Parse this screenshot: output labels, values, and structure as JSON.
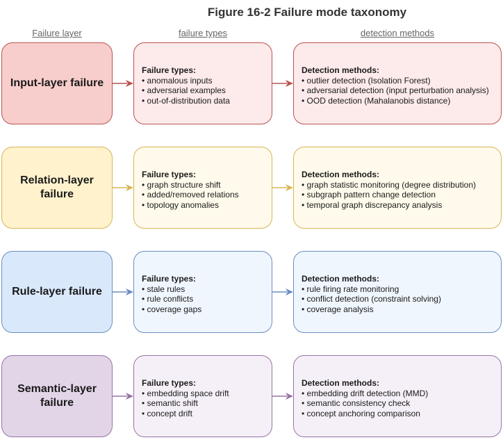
{
  "title": "Figure 16-2 Failure mode taxonomy",
  "columns": {
    "layer": "Failure layer",
    "types": "failure types",
    "detection": "detection methods"
  },
  "rows": [
    {
      "layer": "Input-layer failure",
      "types_heading": "Failure types:",
      "types": [
        "anomalous inputs",
        "adversarial examples",
        "out-of-distribution data"
      ],
      "detection_heading": "Detection methods:",
      "detection": [
        "outlier detection (Isolation Forest)",
        "adversarial detection (input perturbation analysis)",
        "OOD detection (Mahalanobis distance)"
      ],
      "colors": {
        "layer_fill": "#f8cecc",
        "layer_stroke": "#b85450",
        "light_fill": "#fdeaea",
        "light_stroke": "#b85450",
        "arrow": "#b85450"
      }
    },
    {
      "layer": "Relation-layer failure",
      "types_heading": "Failure types:",
      "types": [
        "graph structure shift",
        "added/removed relations",
        "topology anomalies"
      ],
      "detection_heading": "Detection methods:",
      "detection": [
        "graph statistic monitoring (degree distribution)",
        "subgraph pattern change detection",
        "temporal graph discrepancy analysis"
      ],
      "colors": {
        "layer_fill": "#fff2cc",
        "layer_stroke": "#d6b656",
        "light_fill": "#fffaeb",
        "light_stroke": "#d6b656",
        "arrow": "#d6b656"
      }
    },
    {
      "layer": "Rule-layer failure",
      "types_heading": "Failure types:",
      "types": [
        "stale rules",
        "rule conflicts",
        "coverage gaps"
      ],
      "detection_heading": "Detection methods:",
      "detection": [
        "rule firing rate monitoring",
        "conflict detection (constraint solving)",
        "coverage analysis"
      ],
      "colors": {
        "layer_fill": "#dae8fc",
        "layer_stroke": "#6c8ebf",
        "light_fill": "#f0f6fe",
        "light_stroke": "#6c8ebf",
        "arrow": "#6c8ebf"
      }
    },
    {
      "layer": "Semantic-layer failure",
      "types_heading": "Failure types:",
      "types": [
        "embedding space drift",
        "semantic shift",
        "concept drift"
      ],
      "detection_heading": "Detection methods:",
      "detection": [
        "embedding drift detection (MMD)",
        "semantic consistency check",
        "concept anchoring comparison"
      ],
      "colors": {
        "layer_fill": "#e1d5e7",
        "layer_stroke": "#9673a6",
        "light_fill": "#f5f0f7",
        "light_stroke": "#9673a6",
        "arrow": "#9673a6"
      }
    }
  ]
}
